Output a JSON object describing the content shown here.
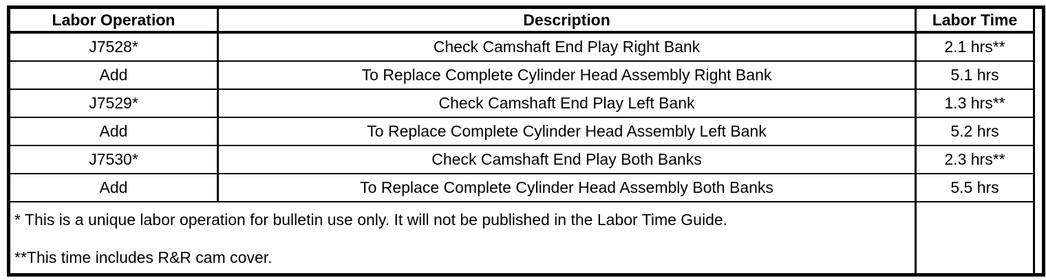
{
  "table": {
    "columns": [
      {
        "label": "Labor Operation"
      },
      {
        "label": "Description"
      },
      {
        "label": "Labor Time"
      }
    ],
    "rows": [
      {
        "op": "J7528*",
        "desc": "Check Camshaft End Play Right Bank",
        "time": "2.1 hrs**"
      },
      {
        "op": "Add",
        "desc": "To Replace Complete Cylinder Head Assembly Right Bank",
        "time": "5.1 hrs"
      },
      {
        "op": "J7529*",
        "desc": "Check Camshaft End Play Left Bank",
        "time": "1.3 hrs**"
      },
      {
        "op": "Add",
        "desc": "To Replace Complete Cylinder Head Assembly Left Bank",
        "time": "5.2 hrs"
      },
      {
        "op": "J7530*",
        "desc": "Check Camshaft End Play Both Banks",
        "time": "2.3 hrs**"
      },
      {
        "op": "Add",
        "desc": "To Replace Complete Cylinder Head Assembly Both Banks",
        "time": "5.5 hrs"
      }
    ],
    "footnotes": [
      "* This is a unique labor operation for bulletin use only. It will not be published in the Labor Time Guide.",
      "**This time includes R&R cam cover."
    ]
  },
  "colors": {
    "border": "#000000",
    "text": "#000000",
    "background": "#ffffff"
  }
}
